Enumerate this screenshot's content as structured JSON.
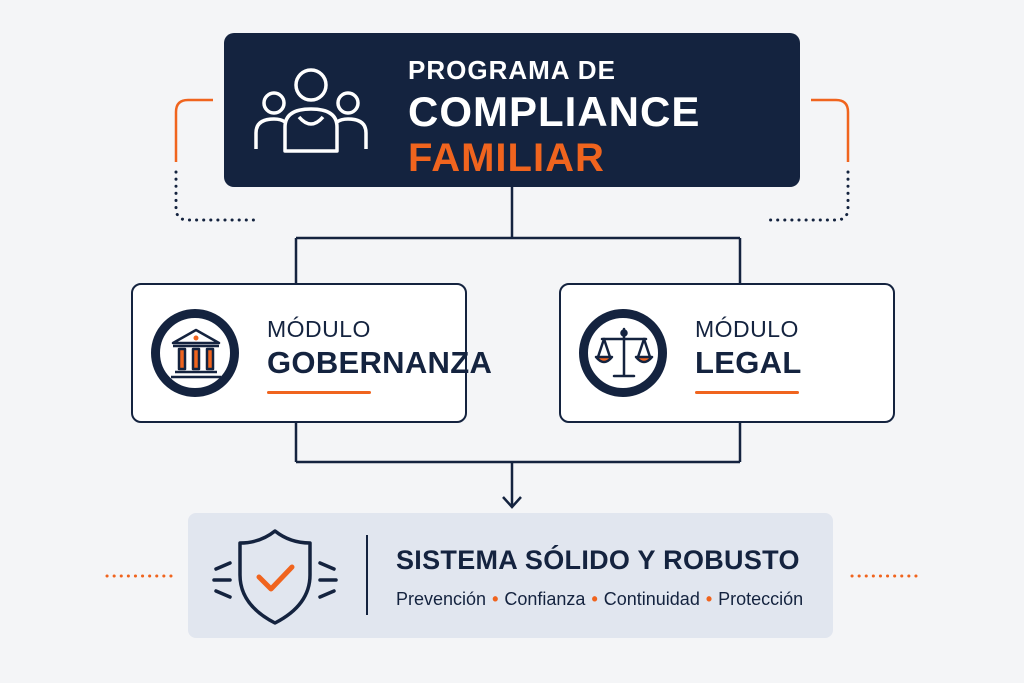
{
  "header": {
    "line1": "PROGRAMA DE",
    "line2": "COMPLIANCE",
    "line3": "FAMILIAR",
    "icon": "people-group-icon"
  },
  "modules": [
    {
      "kicker": "MÓDULO",
      "title": "GOBERNANZA",
      "icon": "institution-building-icon"
    },
    {
      "kicker": "MÓDULO",
      "title": "LEGAL",
      "icon": "scales-of-justice-icon"
    }
  ],
  "result": {
    "title": "SISTEMA SÓLIDO Y ROBUSTO",
    "tags": [
      "Prevención",
      "Confianza",
      "Continuidad",
      "Protección"
    ],
    "separator": "•",
    "icon": "shield-check-icon"
  },
  "colors": {
    "navy": "#14233f",
    "accent": "#f0641e",
    "background": "#f4f5f7",
    "result_panel": "#e1e6ef"
  }
}
